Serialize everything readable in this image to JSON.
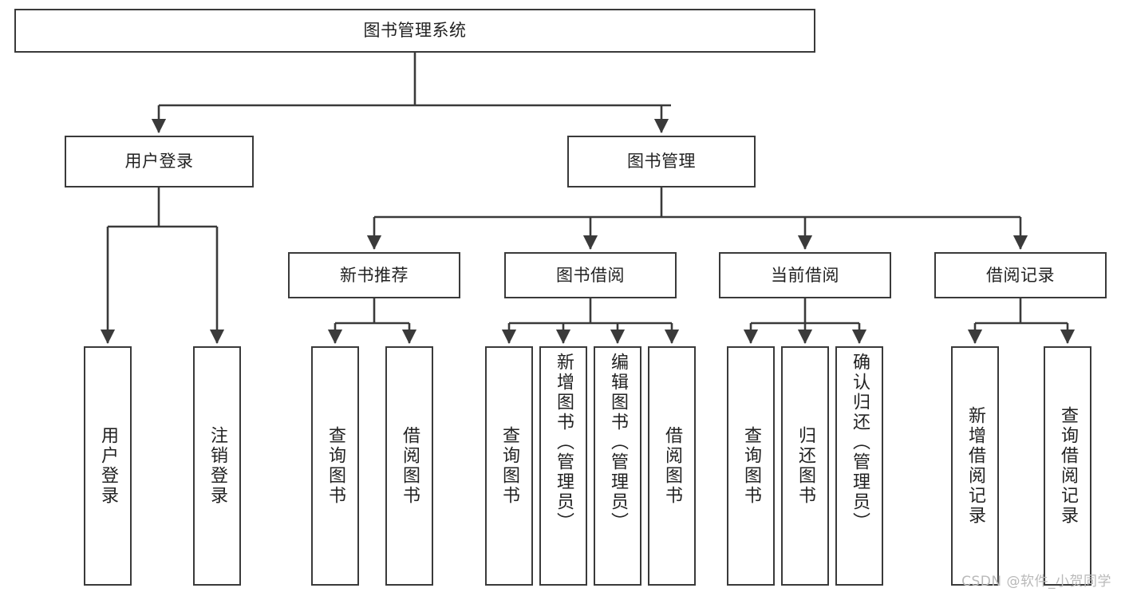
{
  "diagram": {
    "title": "图书管理系统",
    "type": "hierarchy-tree",
    "root": {
      "label": "图书管理系统"
    },
    "level2": [
      {
        "label": "用户登录"
      },
      {
        "label": "图书管理"
      }
    ],
    "level3": [
      {
        "label": "新书推荐"
      },
      {
        "label": "图书借阅"
      },
      {
        "label": "当前借阅"
      },
      {
        "label": "借阅记录"
      }
    ],
    "leaves": {
      "user_login": [
        {
          "label": "用户登录"
        },
        {
          "label": "注销登录"
        }
      ],
      "new_book_recommend": [
        {
          "label": "查询图书"
        },
        {
          "label": "借阅图书"
        }
      ],
      "book_borrow": [
        {
          "label": "查询图书"
        },
        {
          "label": "新增图书（管理员）"
        },
        {
          "label": "编辑图书（管理员）"
        },
        {
          "label": "借阅图书"
        }
      ],
      "current_borrow": [
        {
          "label": "查询图书"
        },
        {
          "label": "归还图书"
        },
        {
          "label": "确认归还（管理员）"
        }
      ],
      "borrow_records": [
        {
          "label": "新增借阅记录"
        },
        {
          "label": "查询借阅记录"
        }
      ]
    }
  },
  "watermark": {
    "text": "CSDN @软件_小贺同学"
  },
  "colors": {
    "stroke": "#3a3a3a",
    "fill": "#ffffff",
    "text": "#222222",
    "watermark": "#b9b9b9"
  }
}
